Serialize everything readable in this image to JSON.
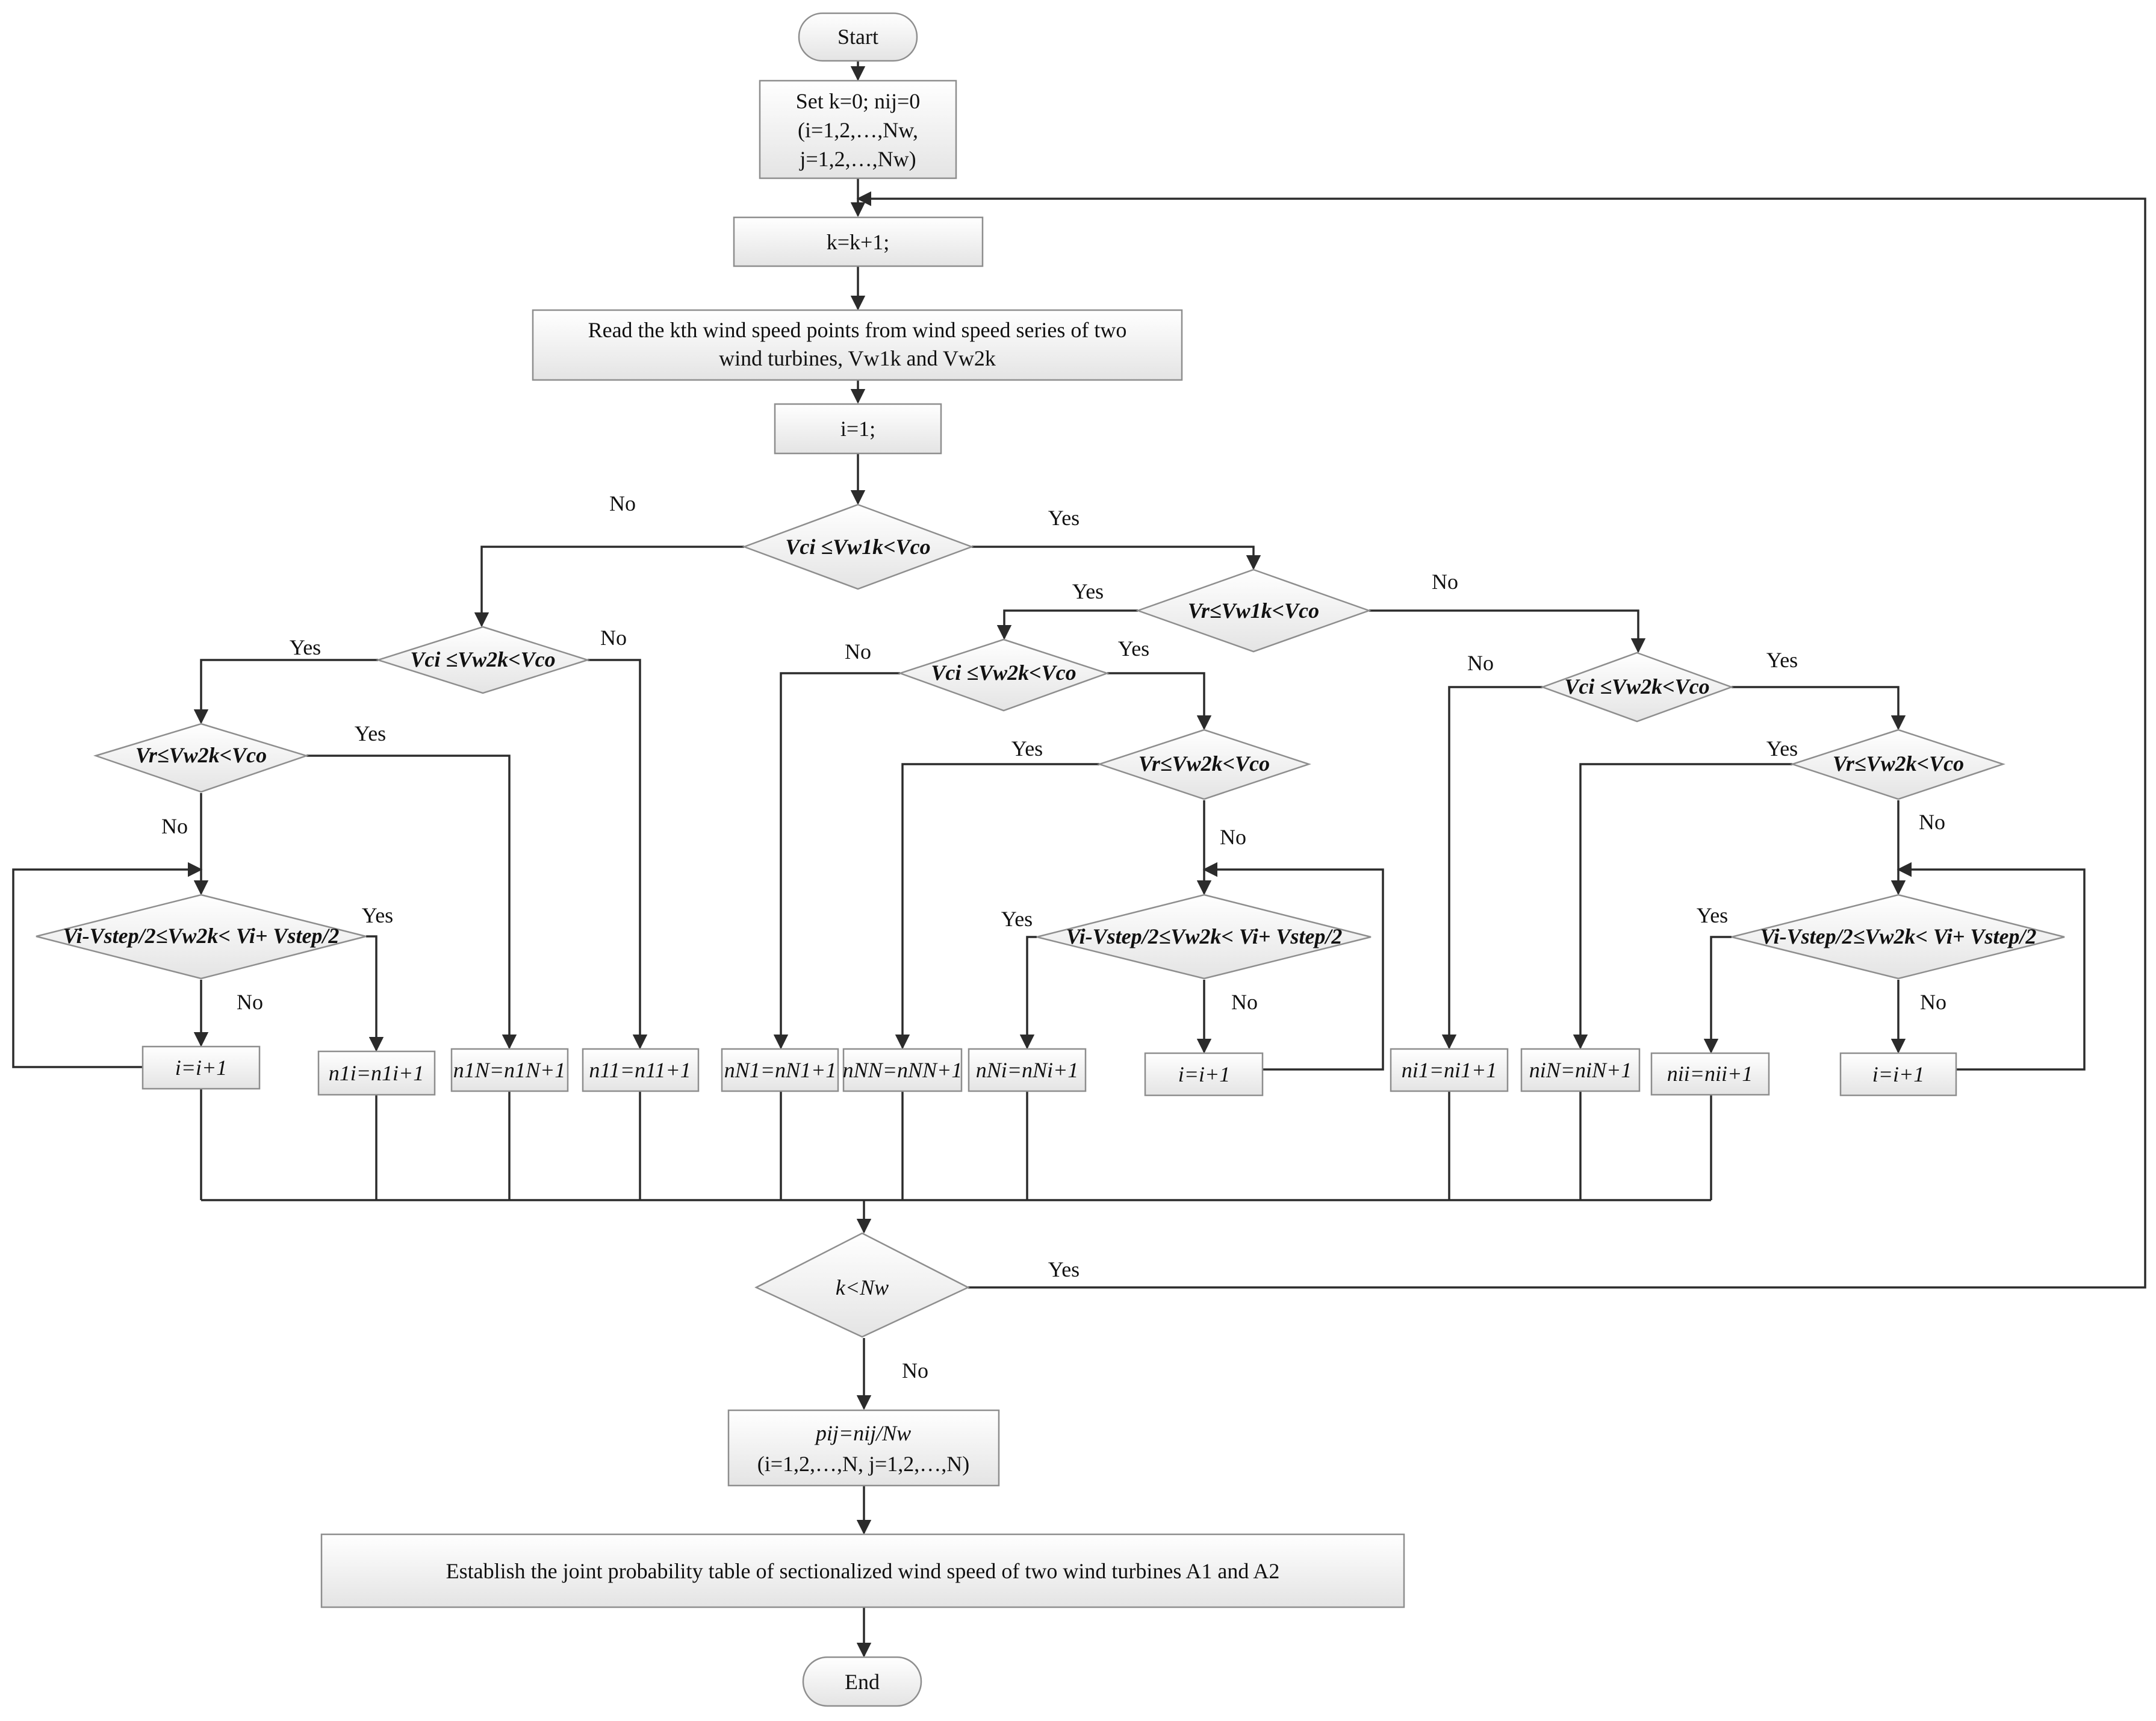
{
  "flowchart": {
    "start": "Start",
    "end": "End",
    "init": {
      "line1": "Set k=0; nij=0",
      "line2": "(i=1,2,…,Nw,",
      "line3": "j=1,2,…,Nw)"
    },
    "increment_k": "k=k+1;",
    "read": {
      "line1": "Read the kth wind speed points from wind speed series of two",
      "line2": "wind turbines, Vw1k and Vw2k"
    },
    "set_i": "i=1;",
    "loop_check": "k<Nw",
    "compute": {
      "line1": "pij=nij/Nw",
      "line2": "(i=1,2,…,N, j=1,2,…,N)"
    },
    "establish": "Establish the joint probability table of sectionalized wind speed of two wind turbines A1 and A2",
    "decisions": {
      "d_vci_w1": "Vci ≤Vw1k<Vco",
      "d_vr_w1": "Vr≤Vw1k<Vco",
      "d_vci_w2_left": "Vci ≤Vw2k<Vco",
      "d_vr_w2_left": "Vr≤Vw2k<Vco",
      "d_bin_left": "Vi-Vstep/2≤Vw2k< Vi+ Vstep/2",
      "d_vci_w2_mid": "Vci ≤Vw2k<Vco",
      "d_vr_w2_mid": "Vr≤Vw2k<Vco",
      "d_bin_mid": "Vi-Vstep/2≤Vw2k< Vi+ Vstep/2",
      "d_vci_w2_right": "Vci ≤Vw2k<Vco",
      "d_vr_w2_right": "Vr≤Vw2k<Vco",
      "d_bin_right": "Vi-Vstep/2≤Vw2k< Vi+ Vstep/2"
    },
    "processes": {
      "p_i_left": "i=i+1",
      "p_n1i": "n1i=n1i+1",
      "p_n1N": "n1N=n1N+1",
      "p_n11": "n11=n11+1",
      "p_nN1": "nN1=nN1+1",
      "p_nNN": "nNN=nNN+1",
      "p_nNi": "nNi=nNi+1",
      "p_i_mid": "i=i+1",
      "p_ni1": "ni1=ni1+1",
      "p_niN": "niN=niN+1",
      "p_nii": "nii=nii+1",
      "p_i_right": "i=i+1"
    },
    "labels": {
      "yes": "Yes",
      "no": "No"
    }
  }
}
